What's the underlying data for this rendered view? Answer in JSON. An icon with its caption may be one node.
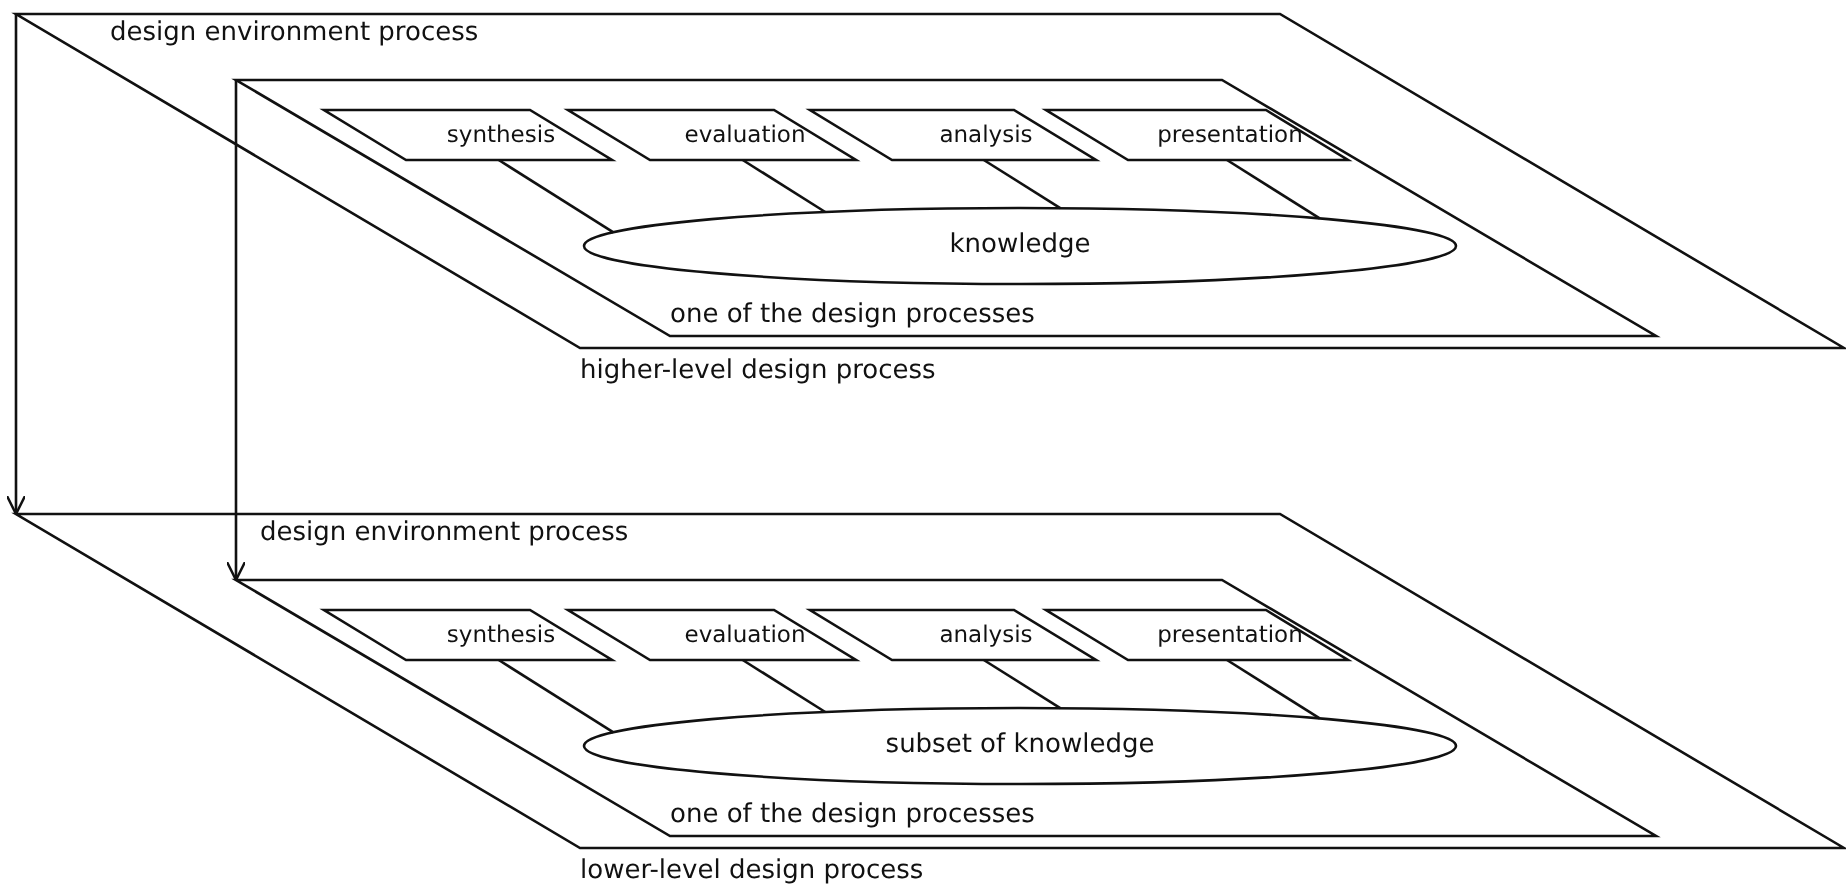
{
  "diagram": {
    "nodes": [
      {
        "text": [
          "design environment process"
        ],
        "beside": [
          "higher-level design process"
        ]
      },
      {
        "text": [
          "one of the design processes"
        ],
        "in": 0
      },
      {
        "text": [
          "synthesis"
        ],
        "in": 1
      },
      {
        "text": [
          "evaluation"
        ],
        "in": 1
      },
      {
        "text": [
          "analysis"
        ],
        "in": 1
      },
      {
        "text": [
          "presentation"
        ],
        "in": 1
      },
      {
        "text": [
          "knowledge"
        ],
        "in": 1
      },
      {
        "text": [
          "design environment process"
        ],
        "beside": [
          "lower-level design process"
        ]
      },
      {
        "text": [
          "one of the design processes"
        ],
        "in": 7
      },
      {
        "text": [
          "synthesis"
        ],
        "in": 8
      },
      {
        "text": [
          "evaluation"
        ],
        "in": 8
      },
      {
        "text": [
          "analysis"
        ],
        "in": 8
      },
      {
        "text": [
          "presentation"
        ],
        "in": 8
      },
      {
        "text": [
          "subset of knowledge"
        ],
        "in": 8
      }
    ],
    "edges": [
      {
        "from": 2,
        "to": 6,
        "arrow": "none"
      },
      {
        "from": 3,
        "to": 6,
        "arrow": "none"
      },
      {
        "from": 4,
        "to": 6,
        "arrow": "none"
      },
      {
        "from": 5,
        "to": 6,
        "arrow": "none"
      },
      {
        "from": 0,
        "to": 7,
        "arrow": "to"
      },
      {
        "from": 1,
        "to": 8,
        "arrow": "to"
      },
      {
        "from": 9,
        "to": 13,
        "arrow": "none"
      },
      {
        "from": 10,
        "to": 13,
        "arrow": "none"
      },
      {
        "from": 11,
        "to": 13,
        "arrow": "none"
      },
      {
        "from": 12,
        "to": 13,
        "arrow": "none"
      }
    ]
  }
}
